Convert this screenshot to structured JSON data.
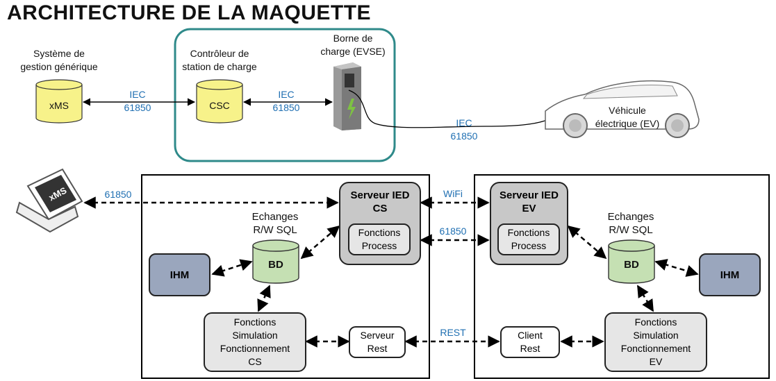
{
  "title": "ARCHITECTURE DE LA MAQUETTE",
  "top": {
    "sys_label": "Système de\ngestion générique",
    "xms_db": "xMS",
    "iec1": "IEC\n61850",
    "csc_label": "Contrôleur de\nstation de charge",
    "csc_db": "CSC",
    "iec2": "IEC\n61850",
    "evse_label": "Borne de\ncharge (EVSE)",
    "iec3": "IEC\n61850",
    "ev_label": "Véhicule\nélectrique (EV)"
  },
  "bottom": {
    "laptop_label": "xMS",
    "link_laptop": "61850",
    "cs": {
      "server": "Serveur IED\nCS",
      "process": "Fonctions\nProcess",
      "echanges": "Echanges\nR/W SQL",
      "bd": "BD",
      "ihm": "IHM",
      "simu": "Fonctions\nSimulation\nFonctionnement\nCS",
      "rest": "Serveur\nRest"
    },
    "link_wifi": "WiFi",
    "link_61850": "61850",
    "link_rest": "REST",
    "ev": {
      "server": "Serveur IED\nEV",
      "process": "Fonctions\nProcess",
      "echanges": "Echanges\nR/W SQL",
      "bd": "BD",
      "ihm": "IHM",
      "simu": "Fonctions\nSimulation\nFonctionnement\nEV",
      "rest": "Client\nRest"
    }
  },
  "colors": {
    "db_fill": "#f7f28a",
    "bd_fill": "#c5e0b3",
    "ihm_fill": "#9aa6bd",
    "server_fill": "#c8c8c8",
    "box_fill": "#e6e6e6",
    "teal": "#2f8a8a",
    "blue_text": "#1f6fb2"
  }
}
